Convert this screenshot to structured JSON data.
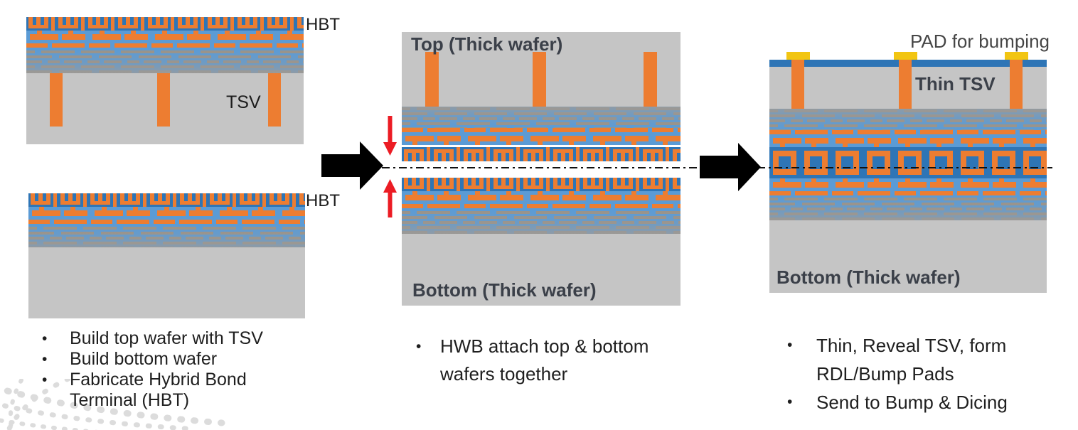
{
  "figure": {
    "left": {
      "hbt_label_top": "HBT",
      "hbt_label_bottom": "HBT",
      "tsv_label": "TSV",
      "bullets": [
        "Build top wafer with TSV",
        "Build bottom wafer",
        "Fabricate Hybrid Bond Terminal (HBT)"
      ]
    },
    "middle": {
      "top_wafer_label": "Top (Thick wafer)",
      "bottom_wafer_label": "Bottom (Thick wafer)",
      "bullets": [
        "HWB attach top & bottom wafers together"
      ]
    },
    "right": {
      "pad_label": "PAD for bumping",
      "thin_tsv_label": "Thin TSV",
      "bottom_wafer_label": "Bottom (Thick wafer)",
      "bullets": [
        "Thin, Reveal TSV, form RDL/Bump Pads",
        "Send to Bump & Dicing"
      ]
    },
    "colors": {
      "orange_metal": "#ED7D31",
      "blue_dielectric": "#5B9BD5",
      "dark_blue_hbt": "#2E75B6",
      "gray_substrate": "#C5C5C5",
      "stripe_gray": "#99938A",
      "yellow_pad": "#F2C512",
      "red_arrow": "#EC1C24",
      "black_arrow": "#000000"
    }
  }
}
